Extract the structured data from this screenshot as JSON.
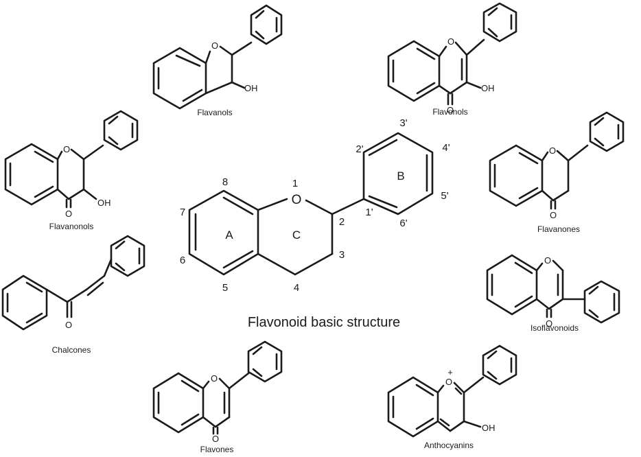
{
  "center": {
    "title": "Flavonoid basic structure",
    "ring_labels": {
      "a": "A",
      "b": "B",
      "c": "C"
    },
    "oxygen": "O",
    "positions": {
      "p1": "1",
      "p2": "2",
      "p3": "3",
      "p4": "4",
      "p5": "5",
      "p6": "6",
      "p7": "7",
      "p8": "8",
      "p1p": "1'",
      "p2p": "2'",
      "p3p": "3'",
      "p4p": "4'",
      "p5p": "5'",
      "p6p": "6'"
    }
  },
  "classes": {
    "flavanols": {
      "name": "Flavanols",
      "o": "O",
      "oh": "OH"
    },
    "flavonols": {
      "name": "Flavonols",
      "o": "O",
      "ketone": "O",
      "oh": "OH"
    },
    "flavanonols": {
      "name": "Flavanonols",
      "o": "O",
      "ketone": "O",
      "oh": "OH"
    },
    "flavanones": {
      "name": "Flavanones",
      "o": "O",
      "ketone": "O"
    },
    "chalcones": {
      "name": "Chalcones",
      "ketone": "O"
    },
    "isoflavonoids": {
      "name": "Isoflavonoids",
      "o": "O",
      "ketone": "O"
    },
    "flavones": {
      "name": "Flavones",
      "o": "O",
      "ketone": "O"
    },
    "anthocyanins": {
      "name": "Anthocyanins",
      "o": "O",
      "charge": "+",
      "oh": "OH"
    }
  }
}
